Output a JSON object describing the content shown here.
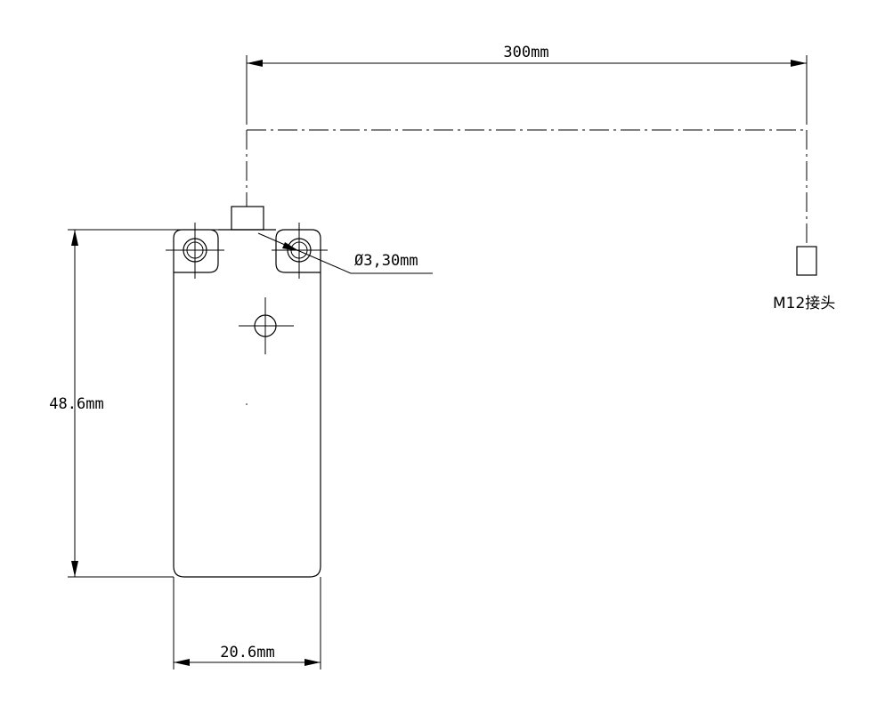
{
  "dimensions": {
    "cable_length": "300mm",
    "hole_diameter": "Ø3,30mm",
    "height": "48.6mm",
    "width": "20.6mm"
  },
  "labels": {
    "connector": "M12接头"
  }
}
